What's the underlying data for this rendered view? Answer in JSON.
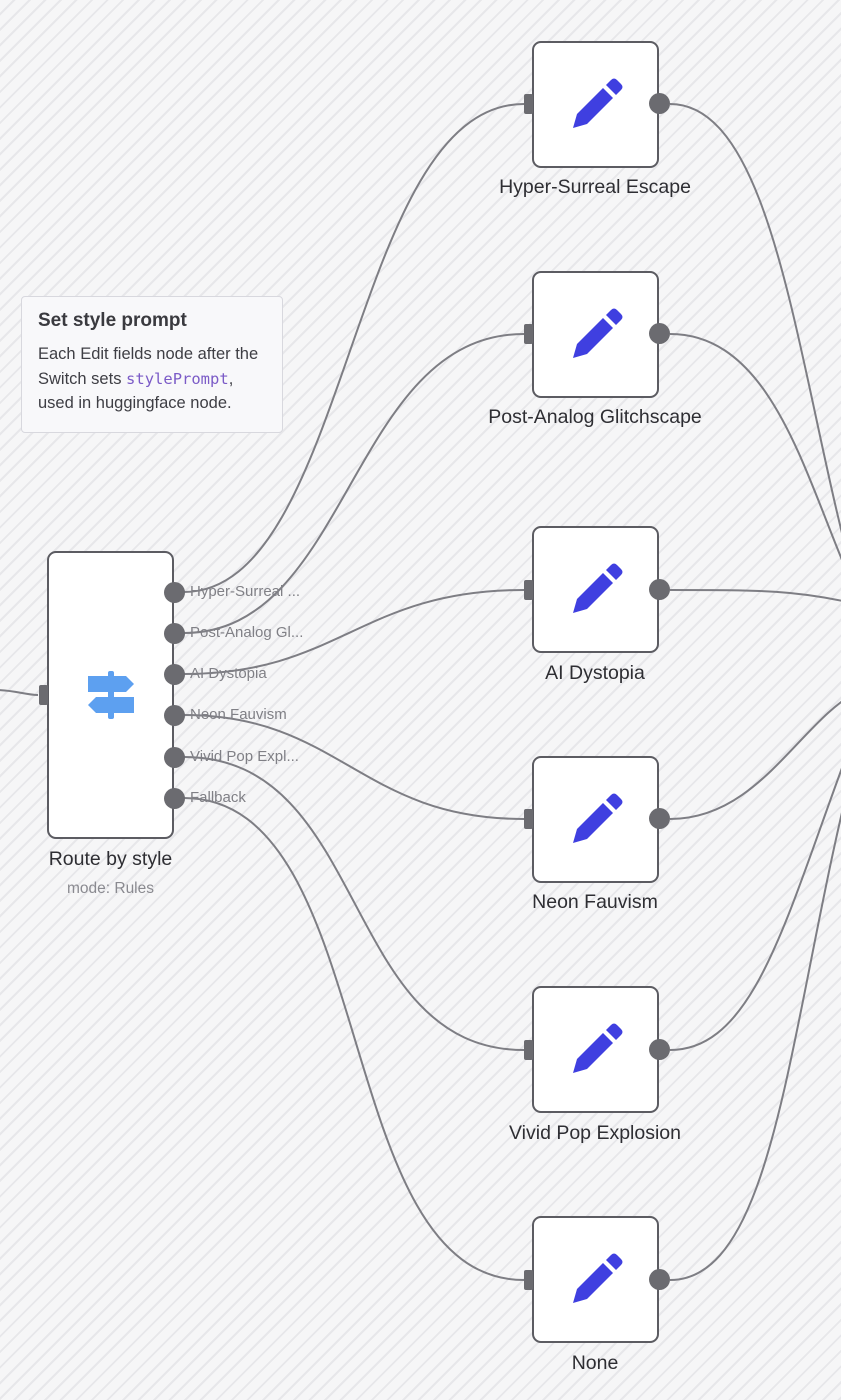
{
  "canvas": {
    "wire_color": "#7e7e84",
    "accent_edit": "#3f3fe0",
    "accent_switch": "#5da0f0"
  },
  "sticky_note": {
    "title": "Set style prompt",
    "text_before": "Each Edit fields node after the Switch sets ",
    "code": "stylePrompt",
    "text_after": ", used in huggingface node."
  },
  "switch_node": {
    "title": "Route by style",
    "subtitle": "mode: Rules",
    "icon": "signpost-icon",
    "outputs": [
      "Hyper-Surreal ...",
      "Post-Analog Gl...",
      "AI Dystopia",
      "Neon Fauvism",
      "Vivid Pop Expl...",
      "Fallback"
    ]
  },
  "edit_nodes": [
    {
      "title": "Hyper-Surreal Escape",
      "icon": "pencil-icon"
    },
    {
      "title": "Post-Analog Glitchscape",
      "icon": "pencil-icon"
    },
    {
      "title": "AI Dystopia",
      "icon": "pencil-icon"
    },
    {
      "title": "Neon Fauvism",
      "icon": "pencil-icon"
    },
    {
      "title": "Vivid Pop Explosion",
      "icon": "pencil-icon"
    },
    {
      "title": "None",
      "icon": "pencil-icon"
    }
  ]
}
